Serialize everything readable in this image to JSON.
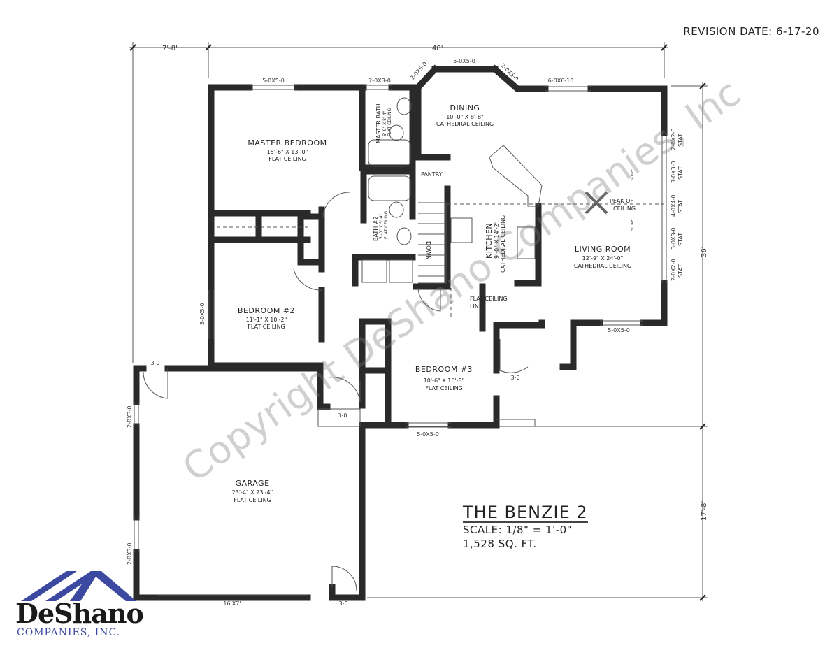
{
  "revision": "REVISION DATE: 6-17-20",
  "dimensions": {
    "left_top": "7'-8\"",
    "overall_width": "48'",
    "right_upper": "36'",
    "right_lower": "17'-8\""
  },
  "rooms": {
    "master_bedroom": {
      "name": "MASTER BEDROOM",
      "size": "15'-6\" X 13'-0\"",
      "ceiling": "FLAT CEILING"
    },
    "master_bath": {
      "name": "MASTER BATH",
      "size": "5'-0\" X 8'-4\"",
      "ceiling": "FLAT CEILING"
    },
    "dining": {
      "name": "DINING",
      "size": "10'-0\" X 8'-8\"",
      "ceiling": "CATHEDRAL CEILING"
    },
    "pantry": {
      "name": "PANTRY"
    },
    "kitchen": {
      "name": "KITCHEN",
      "size": "9'-0\" X 14'-2\"",
      "ceiling": "CATHEDRAL CEILING"
    },
    "living_room": {
      "name": "LIVING ROOM",
      "size": "12'-9\" X 24'-0\"",
      "ceiling": "CATHEDRAL CEILING"
    },
    "bath2": {
      "name": "BATH #2",
      "size": "5'-0\" X 5'-4\"",
      "ceiling": "FLAT CEILING"
    },
    "bedroom2": {
      "name": "BEDROOM #2",
      "size": "11'-1\" X 10'-2\"",
      "ceiling": "FLAT CEILING"
    },
    "bedroom3": {
      "name": "BEDROOM #3",
      "size": "10'-6\" X 10'-8\"",
      "ceiling": "FLAT CEILING"
    },
    "garage": {
      "name": "GARAGE",
      "size": "23'-4\" X 23'-4\"",
      "ceiling": "FLAT CEILING"
    }
  },
  "annotations": {
    "stairs": "DOWN",
    "peak1": "PEAK OF",
    "peak2": "CEILING",
    "slope": "SLOPE",
    "flat1": "FLAT CEILING",
    "flat2": "LINE"
  },
  "windows": {
    "mb_top": "5-0X5-0",
    "bath_top": "2-0X3-0",
    "bay_left": "2-0X5-0",
    "bay_mid": "5-0X5-0",
    "bay_right": "2-0X5-0",
    "living_top": "6-0X6-10",
    "r1": "2-0X2-0",
    "r2": "3-0X3-0",
    "r3": "4-0X4-0",
    "r4": "3-0X3-0",
    "r5": "2-0X2-0",
    "stat": "STAT.",
    "living_bottom": "5-0X5-0",
    "bed2_left": "5-0X5-0",
    "bed3_bottom": "5-0X5-0",
    "garage_w1": "2-0X3-0",
    "garage_w2": "2-0X3-0"
  },
  "doors": {
    "garage_side": "3-0",
    "garage_entry": "3-0",
    "front": "3-0",
    "garage_rear": "3-0",
    "garage_door": "16'X7'"
  },
  "title_block": {
    "name": "THE BENZIE 2",
    "scale": "SCALE: 1/8\" = 1'-0\"",
    "area": "1,528 SQ. FT."
  },
  "logo": {
    "name": "DeShano",
    "company": "COMPANIES, INC.",
    "brand_color": "#3b4aa0"
  },
  "watermark": "Copyright DeShano Companies, Inc"
}
